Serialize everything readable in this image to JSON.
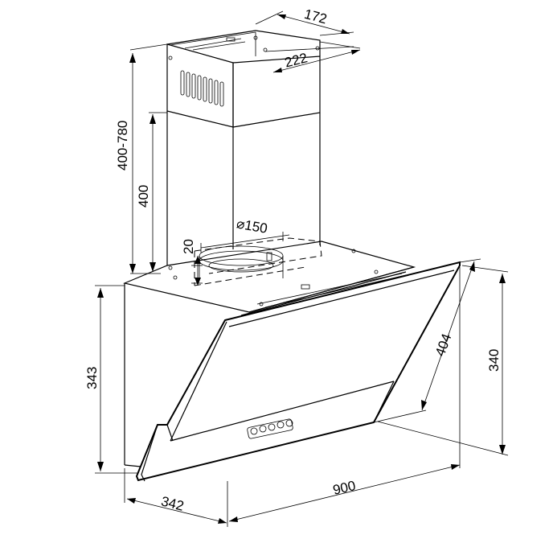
{
  "dimensions": {
    "chimney_depth": "172",
    "chimney_width": "222",
    "chimney_height_range": "400-780",
    "chimney_lower_height": "400",
    "duct_diameter": "⌀150",
    "duct_offset": "20",
    "hood_height": "343",
    "glass_length": "404",
    "glass_height": "340",
    "hood_depth": "342",
    "hood_width": "900"
  }
}
